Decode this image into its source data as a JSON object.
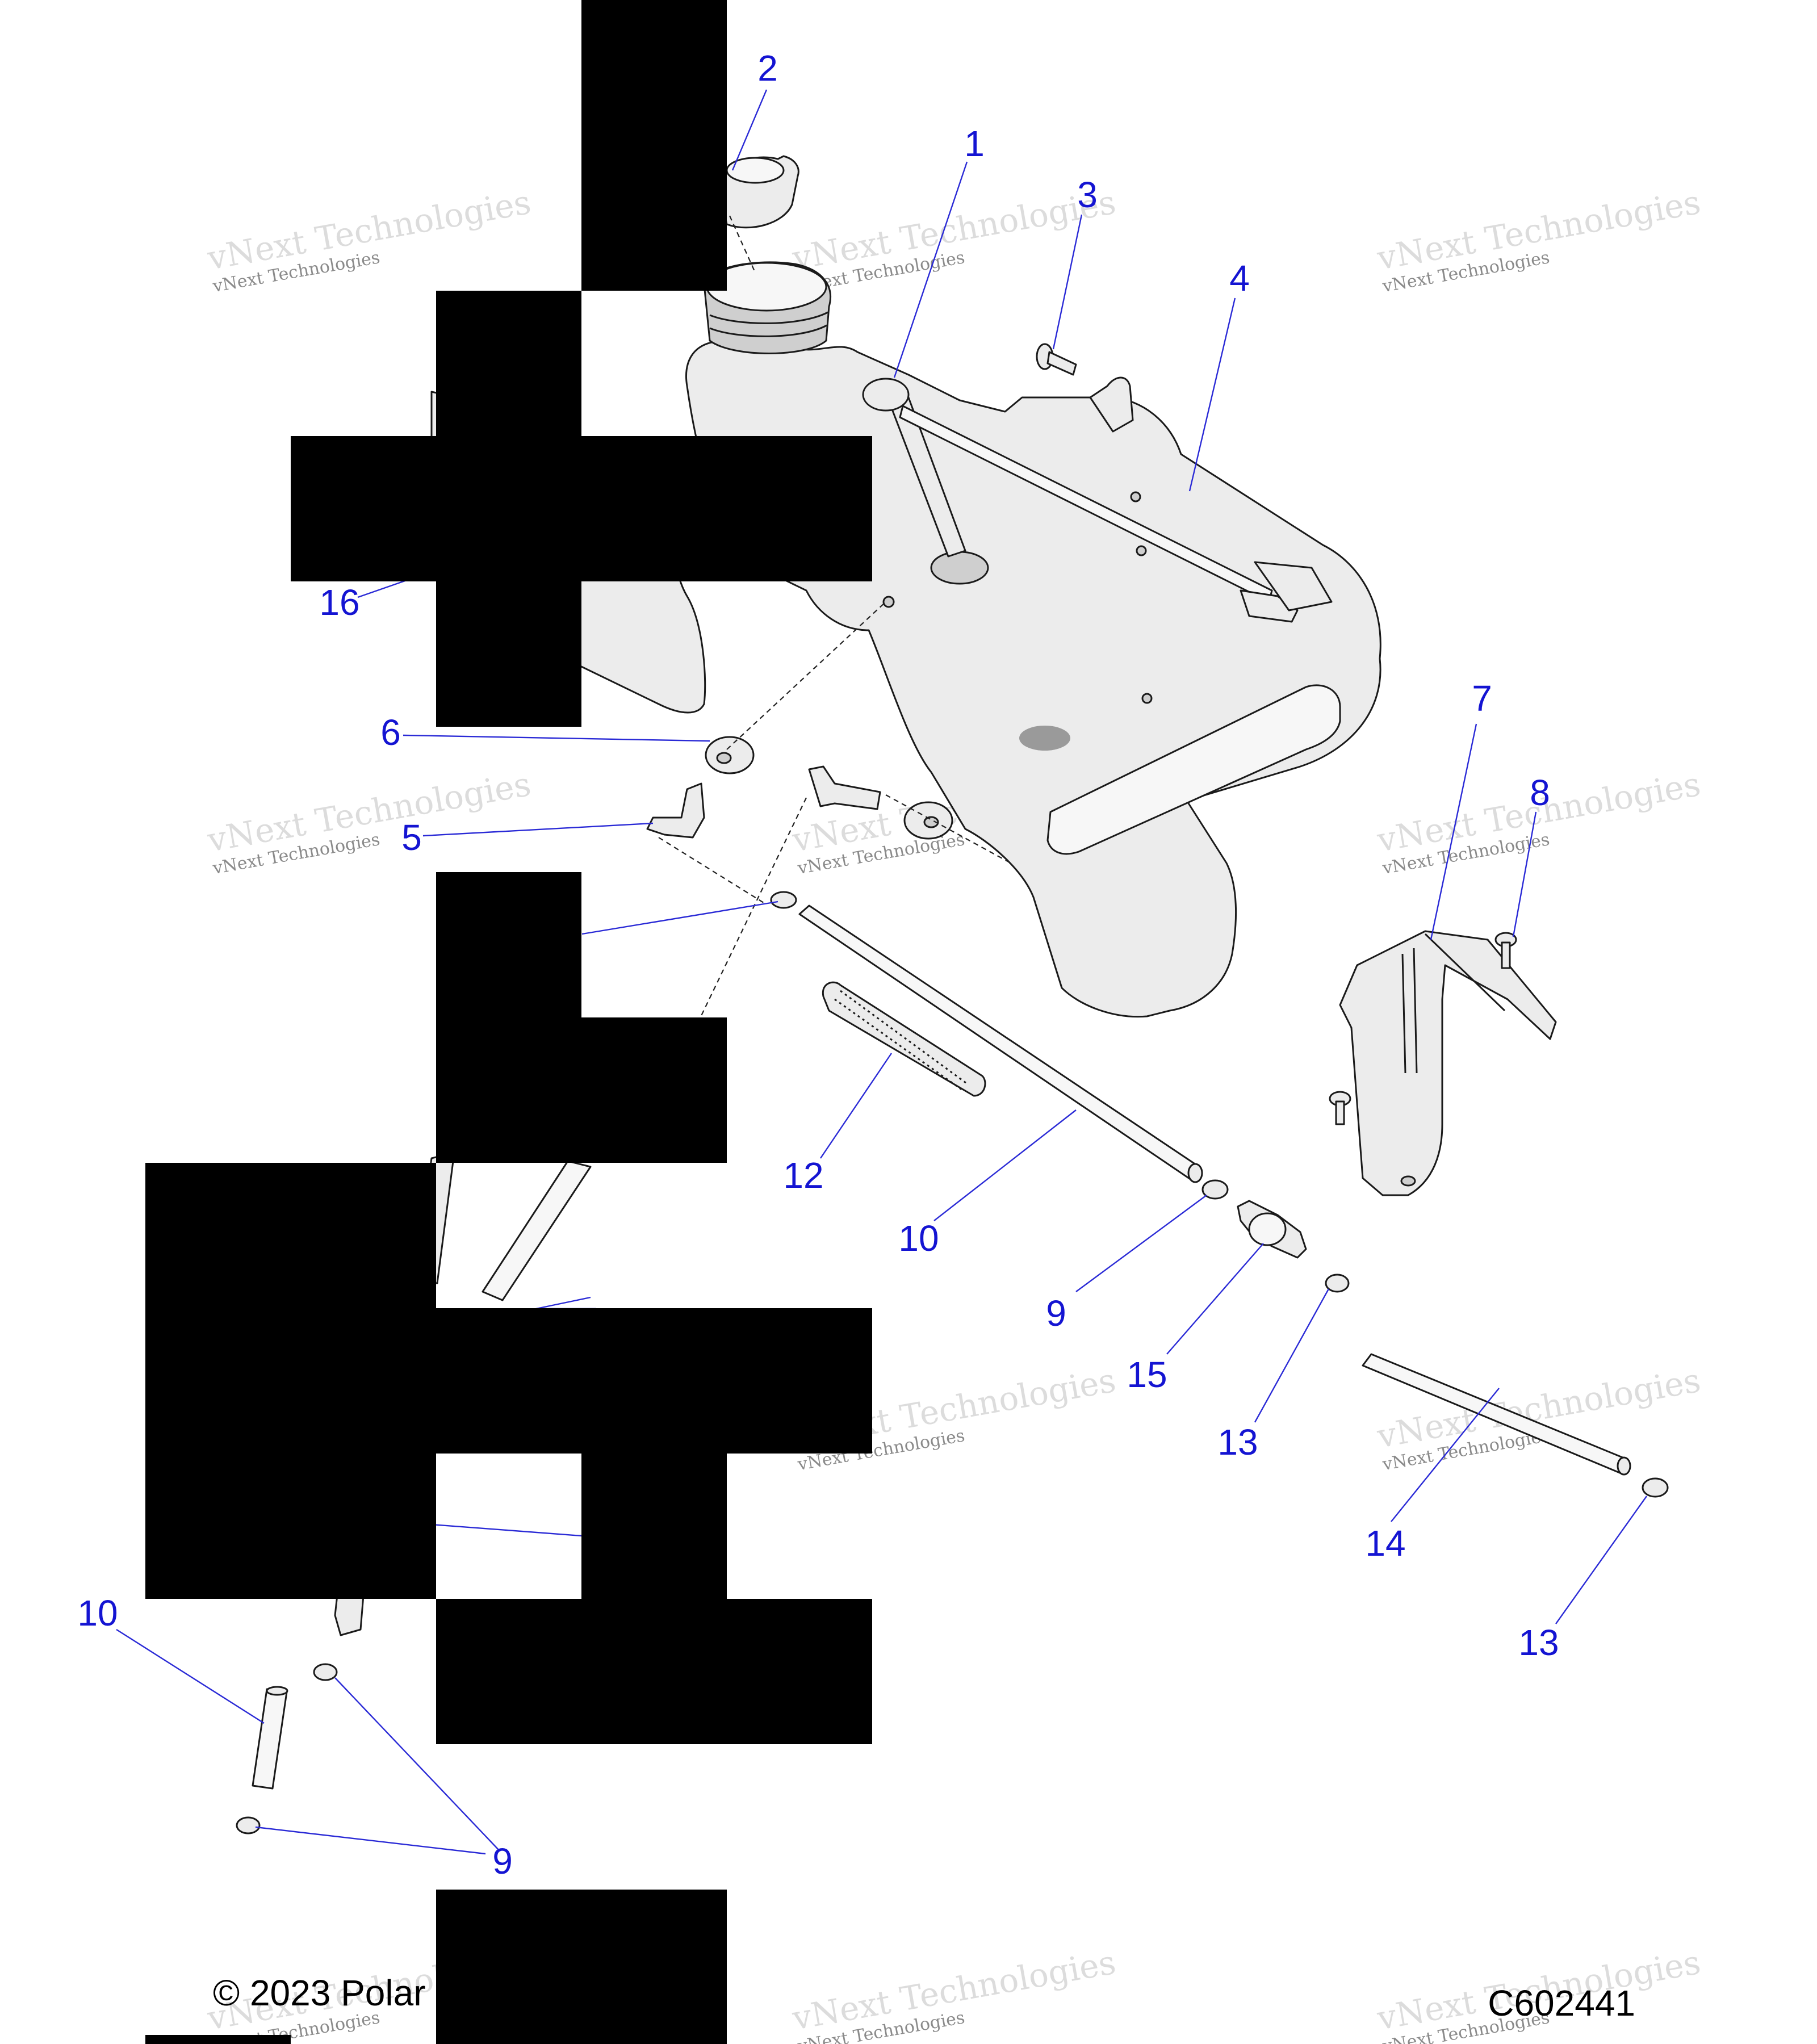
{
  "diagram": {
    "callouts": {
      "c1": "1",
      "c2": "2",
      "c3": "3",
      "c4": "4",
      "c5": "5",
      "c6": "6",
      "c7": "7",
      "c8": "8",
      "c9a": "9",
      "c9b": "9",
      "c10a": "10",
      "c10b": "10",
      "c12": "12",
      "c13a": "13",
      "c13b": "13",
      "c14": "14",
      "c15": "15",
      "c16": "16"
    },
    "watermark": {
      "line1": "vNext Technologies",
      "line2": "vNext Technologies"
    },
    "footer": {
      "copyright": "© 2023 Polar",
      "drawing_code": "C602441"
    }
  }
}
